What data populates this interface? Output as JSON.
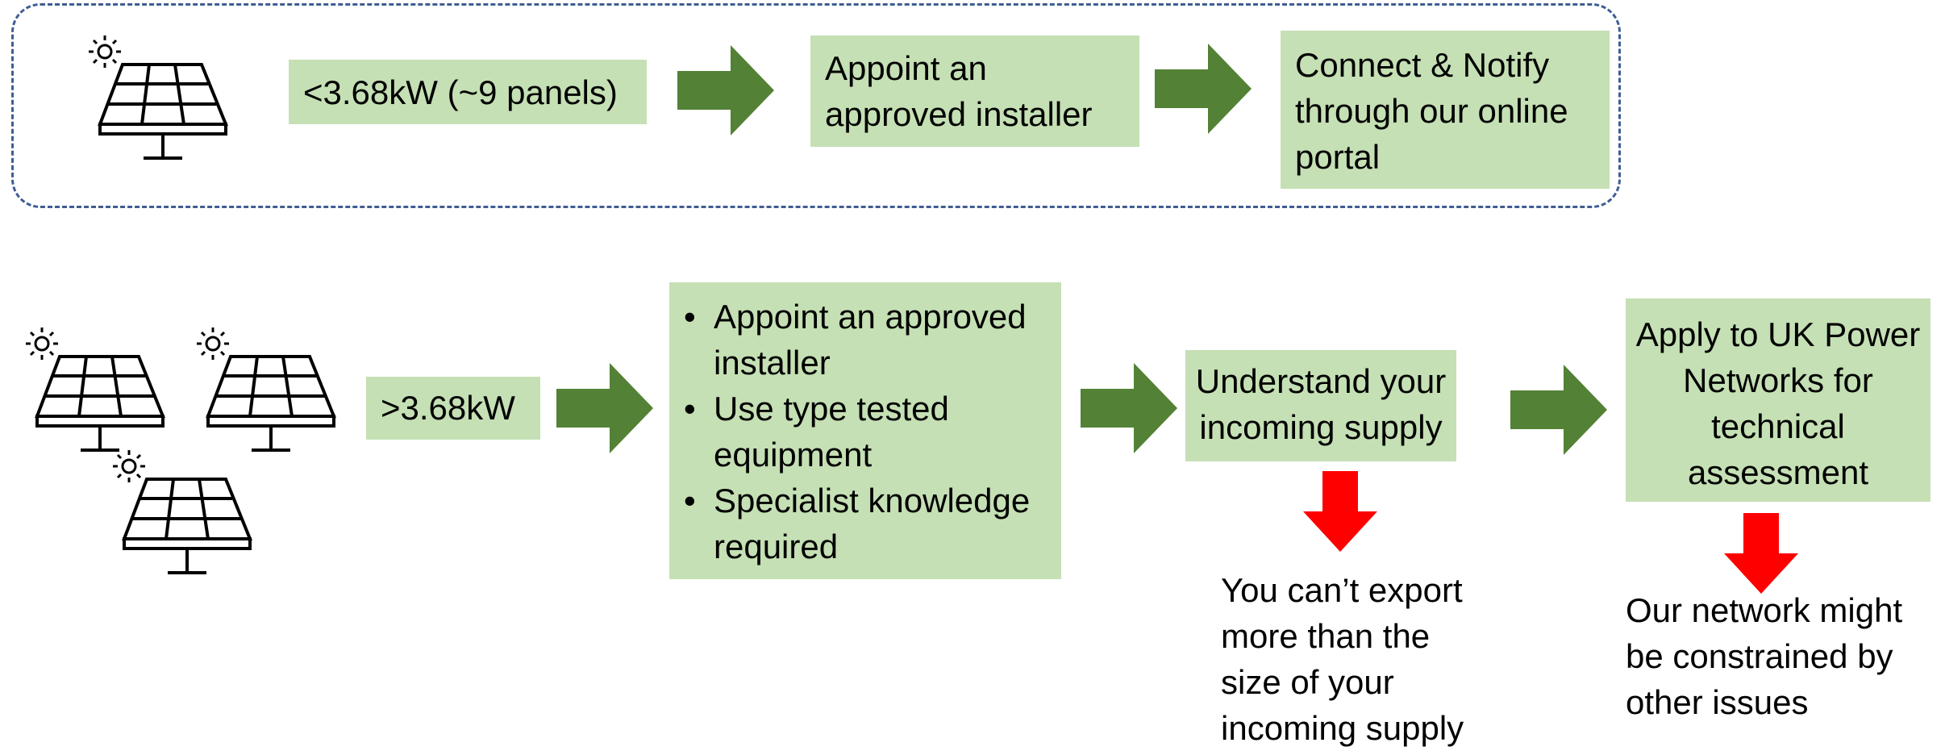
{
  "top_row": {
    "capacity_label": "<3.68kW (~9 panels)",
    "step_1": "Appoint an approved installer",
    "step_2": "Connect & Notify through our online portal"
  },
  "bottom_row": {
    "capacity_label": ">3.68kW",
    "requirements": [
      "Appoint an approved installer",
      "Use type tested equipment",
      "Specialist knowledge required"
    ],
    "step_2": "Understand your incoming supply",
    "step_3": "Apply to UK Power Networks for technical assessment",
    "note_supply": "You can’t export more than the size of your incoming supply",
    "note_network": "Our network might be constrained by other issues"
  },
  "colors": {
    "box_fill": "#c5e0b4",
    "flow_arrow": "#538135",
    "warning_arrow": "#ff0000",
    "frame_border": "#3f5d93"
  },
  "icons": [
    "solar-panel-icon",
    "sun-icon",
    "flow-arrow-icon",
    "down-arrow-icon"
  ]
}
